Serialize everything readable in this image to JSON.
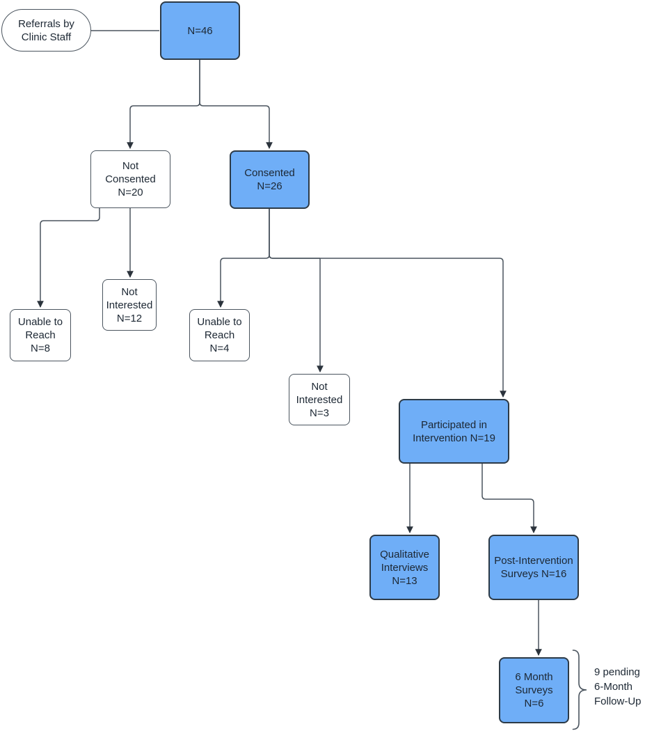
{
  "colors": {
    "background": "#ffffff",
    "blue_fill": "#6FAEF7",
    "blue_border": "#2C3A47",
    "white_fill": "#FFFFFF",
    "white_border": "#4A545E",
    "connector": "#4A545E",
    "arrowhead": "#2B333C",
    "text": "#1C2733"
  },
  "nodes": {
    "referrals": {
      "label": "Referrals by\nClinic Staff"
    },
    "n46": {
      "label": "N=46"
    },
    "not_consented": {
      "label": "Not\nConsented\nN=20"
    },
    "consented": {
      "label": "Consented\nN=26"
    },
    "unable_to_reach_8": {
      "label": "Unable to\nReach\nN=8"
    },
    "not_interested_12": {
      "label": "Not\nInterested\nN=12"
    },
    "unable_to_reach_4": {
      "label": "Unable to\nReach\nN=4"
    },
    "not_interested_3": {
      "label": "Not\nInterested\nN=3"
    },
    "participated": {
      "label": "Participated in\nIntervention N=19"
    },
    "qualitative_interviews": {
      "label": "Qualitative\nInterviews\nN=13"
    },
    "post_intervention_surveys": {
      "label": "Post-Intervention\nSurveys N=16"
    },
    "six_month_surveys": {
      "label": "6 Month\nSurveys\nN=6"
    }
  },
  "annotation": {
    "label": "9 pending\n6-Month\nFollow-Up"
  }
}
